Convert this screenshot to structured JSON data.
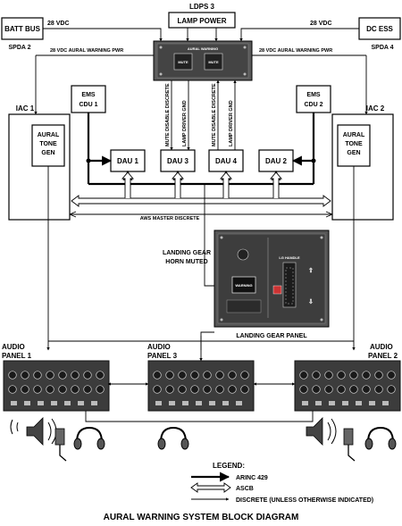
{
  "title": "AURAL WARNING SYSTEM BLOCK DIAGRAM",
  "top": {
    "ldps_label": "LDPS 3",
    "lamp_power": "LAMP POWER",
    "batt_bus": "BATT BUS",
    "spda2": "SPDA 2",
    "dc_ess": "DC ESS",
    "spda4": "SPDA 4",
    "vdc_left": "28 VDC",
    "vdc_right": "28 VDC",
    "aural_pwr_left": "28 VDC AURAL WARNING PWR",
    "aural_pwr_right": "28 VDC AURAL WARNING PWR",
    "panel_title": "AURAL WARNING",
    "btn1": "MUTE",
    "btn2": "MUTE"
  },
  "ems": {
    "cdu1": [
      "EMS",
      "CDU 1"
    ],
    "cdu2": [
      "EMS",
      "CDU 2"
    ]
  },
  "iac": {
    "iac1": "IAC 1",
    "iac2": "IAC 2",
    "tone_gen": [
      "AURAL",
      "TONE",
      "GEN"
    ]
  },
  "daus": [
    "DAU 1",
    "DAU 3",
    "DAU 4",
    "DAU 2"
  ],
  "vertical_labels": [
    "MUTE DISABLE DISCRETE",
    "LAMP DRIVER GND",
    "MUTE DISABLE DISCRETE",
    "LAMP DRIVER GND"
  ],
  "aws_master": "AWS MASTER DISCRETE",
  "landing_gear": {
    "horn_muted": [
      "LANDING GEAR",
      "HORN MUTED"
    ],
    "panel_label": "LANDING GEAR PANEL",
    "warn_btn": "WARNING",
    "handle": "LG HANDLE"
  },
  "audio_panels": [
    {
      "label": [
        "AUDIO",
        "PANEL 1"
      ]
    },
    {
      "label": [
        "AUDIO",
        "PANEL 3"
      ]
    },
    {
      "label": [
        "AUDIO",
        "PANEL 2"
      ]
    }
  ],
  "legend": {
    "title": "LEGEND:",
    "items": [
      "ARINC 429",
      "ASCB",
      "DISCRETE (UNLESS OTHERWISE INDICATED)"
    ]
  }
}
